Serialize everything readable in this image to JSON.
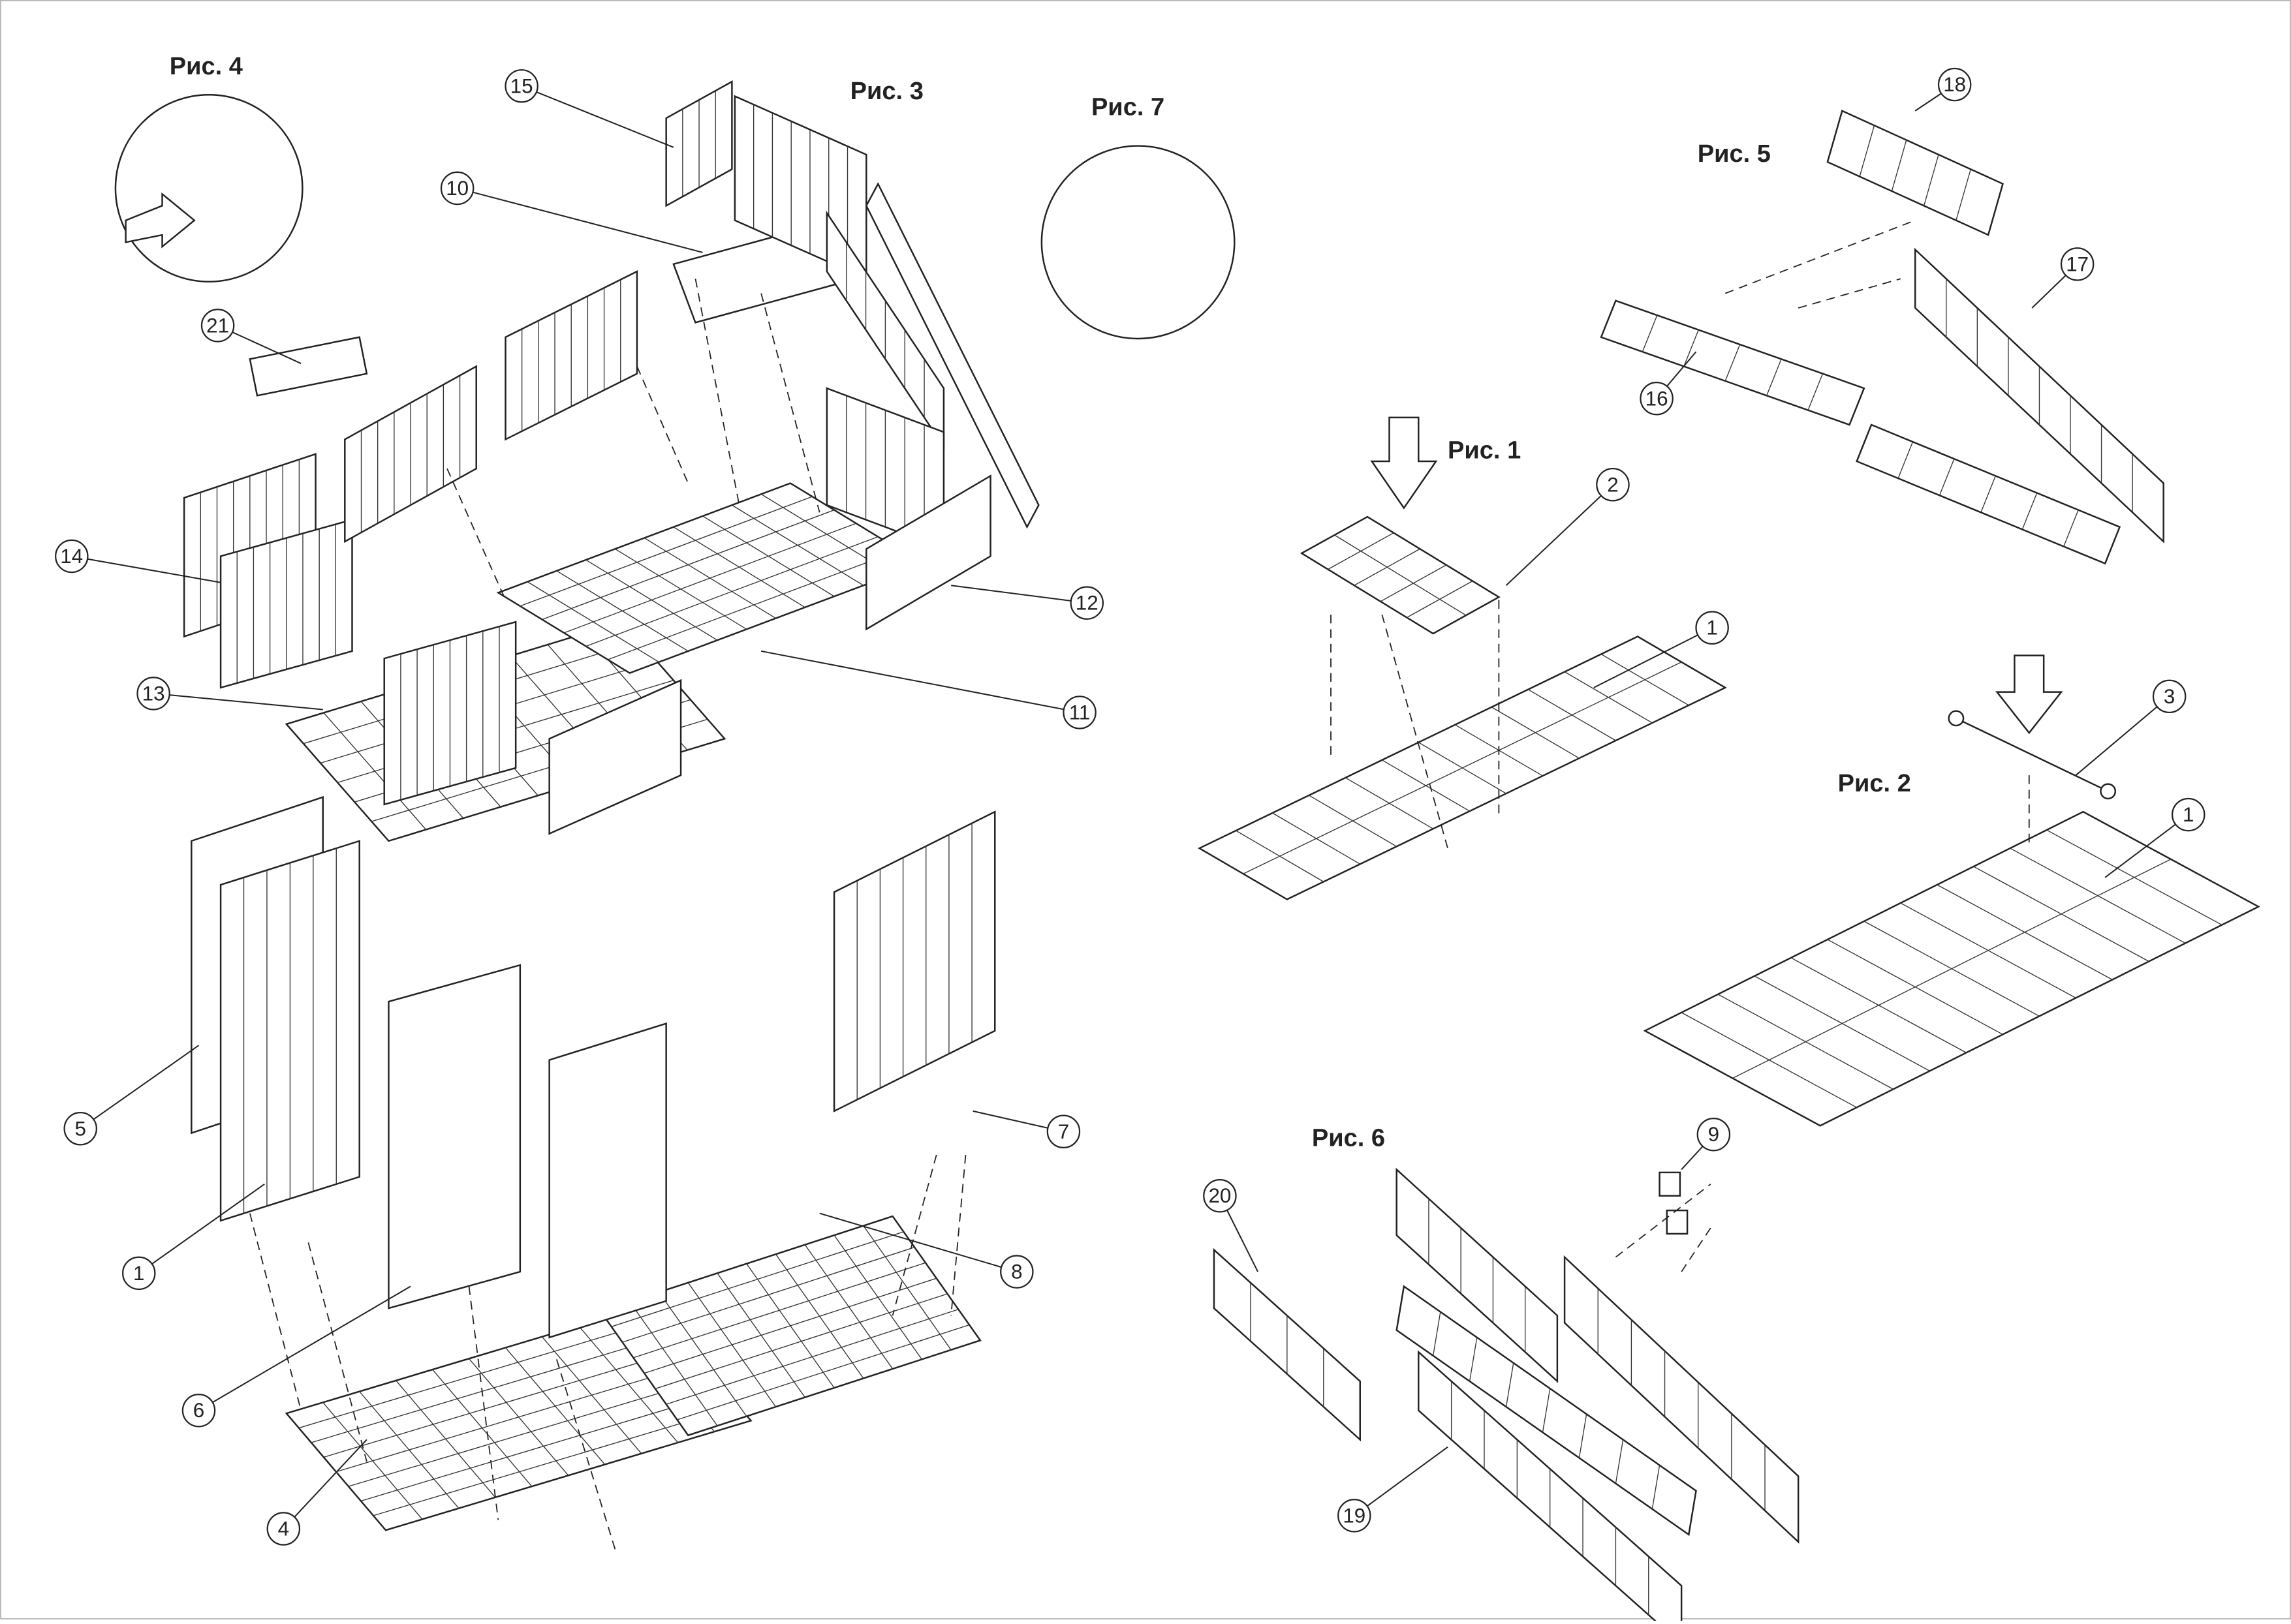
{
  "figures": [
    "Рис. 1",
    "Рис. 2",
    "Рис. 3",
    "Рис. 4",
    "Рис. 5",
    "Рис. 6",
    "Рис. 7"
  ],
  "callouts": [
    "15",
    "10",
    "21",
    "14",
    "13",
    "12",
    "11",
    "5",
    "1",
    "7",
    "8",
    "6",
    "4",
    "2",
    "1",
    "3",
    "1",
    "18",
    "17",
    "16",
    "9",
    "20",
    "19"
  ],
  "colors": {
    "line": "#222222",
    "background": "#ffffff"
  }
}
